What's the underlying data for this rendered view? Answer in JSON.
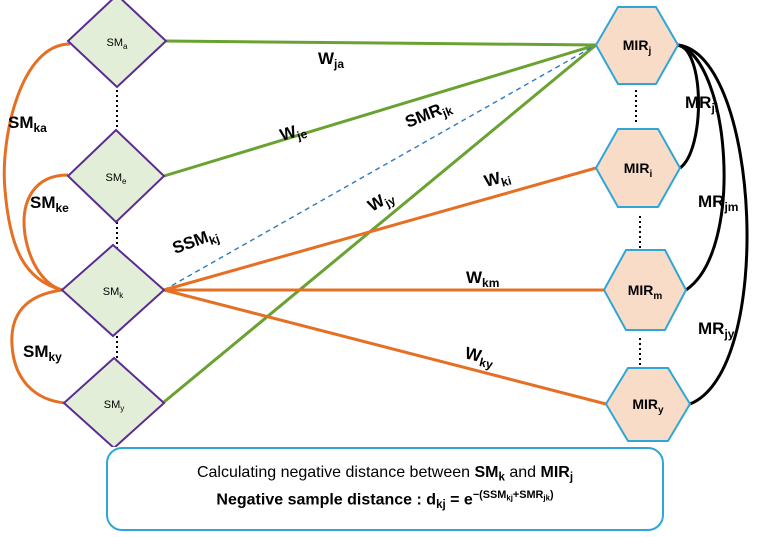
{
  "nodes": {
    "sm": [
      {
        "key": "a",
        "main": "SM",
        "sub": "a"
      },
      {
        "key": "e",
        "main": "SM",
        "sub": "e"
      },
      {
        "key": "k",
        "main": "SM",
        "sub": "k"
      },
      {
        "key": "y",
        "main": "SM",
        "sub": "y"
      }
    ],
    "mir": [
      {
        "key": "j",
        "main": "MIR",
        "sub": "j"
      },
      {
        "key": "i",
        "main": "MIR",
        "sub": "i"
      },
      {
        "key": "m",
        "main": "MIR",
        "sub": "m"
      },
      {
        "key": "y",
        "main": "MIR",
        "sub": "y"
      }
    ]
  },
  "edge_labels": {
    "sm_ka": {
      "main": "SM",
      "sub": "ka"
    },
    "sm_ke": {
      "main": "SM",
      "sub": "ke"
    },
    "sm_ky": {
      "main": "SM",
      "sub": "ky"
    },
    "w_ja": {
      "main": "W",
      "sub": "ja"
    },
    "w_je": {
      "main": "W",
      "sub": "je"
    },
    "w_jy": {
      "main": "W",
      "sub": "jy"
    },
    "w_ki": {
      "main": "W",
      "sub": "ki"
    },
    "w_km": {
      "main": "W",
      "sub": "km"
    },
    "w_ky": {
      "main": "W",
      "sub": "ky"
    },
    "smr_jk": {
      "main": "SMR",
      "sub": "jk"
    },
    "ssm_kj": {
      "main": "SSM",
      "sub": "kj"
    },
    "mr_ji": {
      "main": "MR",
      "sub": "ji"
    },
    "mr_jm": {
      "main": "MR",
      "sub": "jm"
    },
    "mr_jy": {
      "main": "MR",
      "sub": "jy"
    }
  },
  "formula": {
    "line1_prefix": "Calculating negative distance between ",
    "line1_sm": "SM",
    "line1_sm_sub": "k",
    "line1_and": " and ",
    "line1_mir": "MIR",
    "line1_mir_sub": "j",
    "line2_prefix": "Negative sample distance : ",
    "line2_d": "d",
    "line2_d_sub": "kj",
    "line2_eq": " = e",
    "line2_exp_pre": "−(SSM",
    "line2_exp_sub1": "kj",
    "line2_exp_mid": "+SMR",
    "line2_exp_sub2": "jk",
    "line2_exp_post": ")"
  },
  "colors": {
    "green_edge": "#6aa231",
    "orange_edge": "#e57023",
    "black_edge": "#000000",
    "dashed_edge": "#2e78c0",
    "sm_fill": "#e3eed8",
    "sm_stroke": "#5b2c91",
    "mir_fill": "#f9dcc7",
    "mir_stroke": "#2ea6d8",
    "box_border": "#2ea6d8"
  }
}
